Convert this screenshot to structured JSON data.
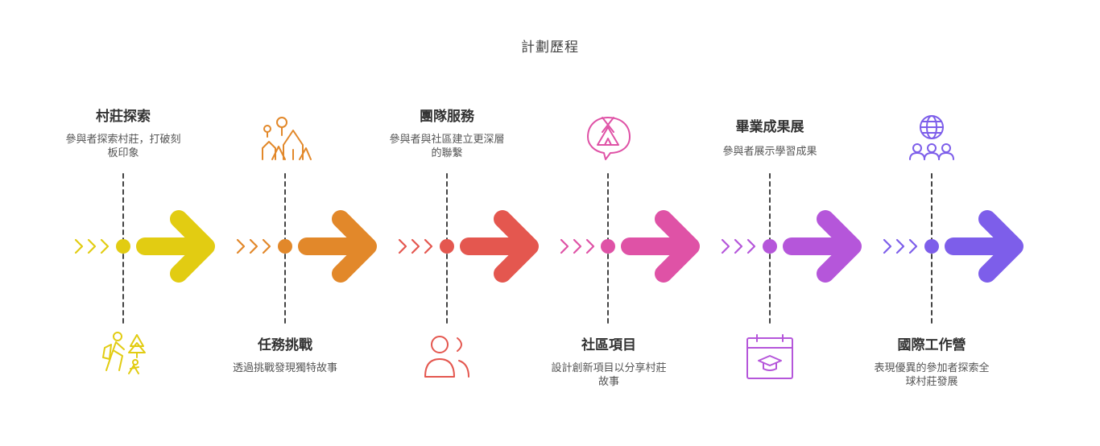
{
  "title": "計劃歷程",
  "steps": [
    {
      "title": "村莊探索",
      "desc": "參與者探索村莊，打破刻板印象",
      "color": "#E2CC12",
      "icon": "hiking-icon",
      "text_position": "top"
    },
    {
      "title": "任務挑戰",
      "desc": "透過挑戰發現獨特故事",
      "color": "#E2882A",
      "icon": "village-balloon-icon",
      "text_position": "bottom"
    },
    {
      "title": "團隊服務",
      "desc": "參與者與社區建立更深層的聯繫",
      "color": "#E4574F",
      "icon": "team-icon",
      "text_position": "top"
    },
    {
      "title": "社區項目",
      "desc": "設計創新項目以分享村莊故事",
      "color": "#DF52A6",
      "icon": "tent-chat-icon",
      "text_position": "bottom"
    },
    {
      "title": "畢業成果展",
      "desc": "參與者展示學習成果",
      "color": "#B556DA",
      "icon": "graduation-calendar-icon",
      "text_position": "top"
    },
    {
      "title": "國際工作營",
      "desc": "表現優異的參加者探索全球村莊發展",
      "color": "#7D5EEA",
      "icon": "global-community-icon",
      "text_position": "bottom"
    }
  ]
}
